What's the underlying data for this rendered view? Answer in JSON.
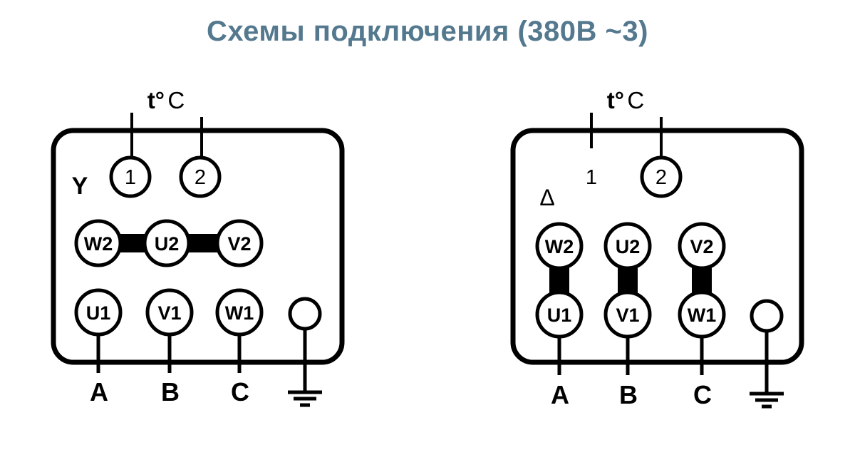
{
  "title": "Схемы подключения (380В ~3)",
  "colors": {
    "title": "#54798f",
    "line": "#000000",
    "background": "#ffffff"
  },
  "diagrams": {
    "star": {
      "scheme_symbol": "Y",
      "thermal": {
        "bold": "t°",
        "regular": "C"
      },
      "thermal_terminals": [
        "1",
        "2"
      ],
      "middle_row": [
        "W2",
        "U2",
        "V2"
      ],
      "bottom_row": [
        "U1",
        "V1",
        "W1"
      ],
      "phases": [
        "A",
        "B",
        "C"
      ]
    },
    "delta": {
      "scheme_symbol": "Δ",
      "thermal": {
        "bold": "t°",
        "regular": "C"
      },
      "thermal_terminals": [
        "1",
        "2"
      ],
      "middle_row": [
        "W2",
        "U2",
        "V2"
      ],
      "bottom_row": [
        "U1",
        "V1",
        "W1"
      ],
      "phases": [
        "A",
        "B",
        "C"
      ]
    }
  }
}
